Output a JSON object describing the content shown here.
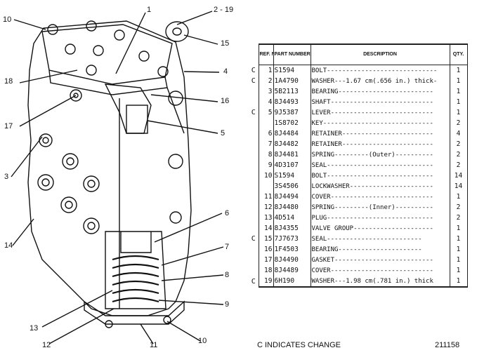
{
  "callouts": [
    {
      "id": "10a",
      "text": "10"
    },
    {
      "id": "1",
      "text": "1"
    },
    {
      "id": "2-19",
      "text": "2 - 19"
    },
    {
      "id": "15",
      "text": "15"
    },
    {
      "id": "18",
      "text": "18"
    },
    {
      "id": "4",
      "text": "4"
    },
    {
      "id": "16",
      "text": "16"
    },
    {
      "id": "17",
      "text": "17"
    },
    {
      "id": "5",
      "text": "5"
    },
    {
      "id": "3",
      "text": "3"
    },
    {
      "id": "6",
      "text": "6"
    },
    {
      "id": "14",
      "text": "14"
    },
    {
      "id": "7",
      "text": "7"
    },
    {
      "id": "8",
      "text": "8"
    },
    {
      "id": "9",
      "text": "9"
    },
    {
      "id": "13",
      "text": "13"
    },
    {
      "id": "12",
      "text": "12"
    },
    {
      "id": "11",
      "text": "11"
    },
    {
      "id": "10b",
      "text": "10"
    }
  ],
  "table": {
    "headers": {
      "ref": "REF. NO.",
      "part": "PART NUMBER",
      "desc": "DESCRIPTION",
      "qty": "QTY."
    },
    "rows": [
      {
        "chg": "C",
        "ref": "1",
        "part": "S1594",
        "desc": "BOLT-----------------------------",
        "qty": "1"
      },
      {
        "chg": "C",
        "ref": "2",
        "part": "1A4790",
        "desc": "WASHER---1.67 cm(.656 in.) thick-",
        "qty": "1"
      },
      {
        "chg": "",
        "ref": "3",
        "part": "5B2113",
        "desc": "BEARING-------------------------",
        "qty": "1"
      },
      {
        "chg": "",
        "ref": "4",
        "part": "8J4493",
        "desc": "SHAFT---------------------------",
        "qty": "1"
      },
      {
        "chg": "C",
        "ref": "5",
        "part": "9J5387",
        "desc": "LEVER---------------------------",
        "qty": "1"
      },
      {
        "chg": "",
        "ref": "",
        "part": "1S8702",
        "desc": "KEY-----------------------------",
        "qty": "2"
      },
      {
        "chg": "",
        "ref": "6",
        "part": "8J4484",
        "desc": "RETAINER------------------------",
        "qty": "4"
      },
      {
        "chg": "",
        "ref": "7",
        "part": "8J4482",
        "desc": "RETAINER------------------------",
        "qty": "2"
      },
      {
        "chg": "",
        "ref": "8",
        "part": "8J4481",
        "desc": "SPRING---------(Outer)----------",
        "qty": "2"
      },
      {
        "chg": "",
        "ref": "9",
        "part": "4D3107",
        "desc": "SEAL----------------------------",
        "qty": "2"
      },
      {
        "chg": "",
        "ref": "10",
        "part": "S1594",
        "desc": "BOLT----------------------------",
        "qty": "14"
      },
      {
        "chg": "",
        "ref": "",
        "part": "3S4506",
        "desc": "LOCKWASHER----------------------",
        "qty": "14"
      },
      {
        "chg": "",
        "ref": "11",
        "part": "8J4494",
        "desc": "COVER---------------------------",
        "qty": "1"
      },
      {
        "chg": "",
        "ref": "12",
        "part": "8J4480",
        "desc": "SPRING---------(Inner)----------",
        "qty": "2"
      },
      {
        "chg": "",
        "ref": "13",
        "part": "4D514",
        "desc": "PLUG----------------------------",
        "qty": "2"
      },
      {
        "chg": "",
        "ref": "14",
        "part": "8J4355",
        "desc": "VALVE GROUP---------------------",
        "qty": "1"
      },
      {
        "chg": "C",
        "ref": "15",
        "part": "7J7673",
        "desc": "   SEAL-------------------------",
        "qty": "1"
      },
      {
        "chg": "",
        "ref": "16",
        "part": "1F4503",
        "desc": "   BEARING----------------------",
        "qty": "1"
      },
      {
        "chg": "",
        "ref": "17",
        "part": "8J4490",
        "desc": "GASKET--------------------------",
        "qty": "1"
      },
      {
        "chg": "",
        "ref": "18",
        "part": "8J4489",
        "desc": "COVER---------------------------",
        "qty": "1"
      },
      {
        "chg": "C",
        "ref": "19",
        "part": "6H190",
        "desc": "WASHER---1.98 cm(.781 in.) thick",
        "qty": "1"
      }
    ]
  },
  "footer": {
    "change_note": "C INDICATES CHANGE",
    "doc_number": "211158"
  }
}
